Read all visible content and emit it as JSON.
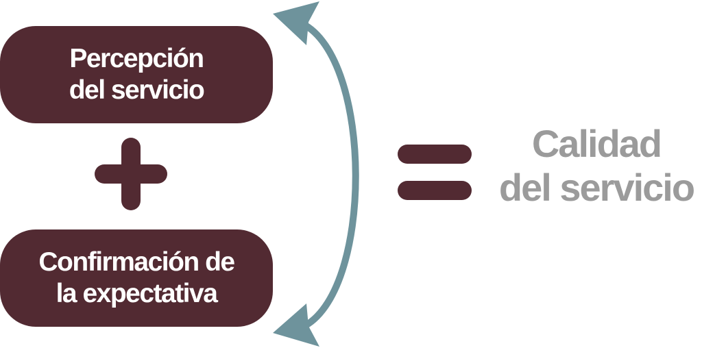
{
  "diagram": {
    "input_top": {
      "line1": "Percepción",
      "line2": "del servicio"
    },
    "input_bottom": {
      "line1": "Confirmación de",
      "line2": "la expectativa"
    },
    "result": {
      "line1": "Calidad",
      "line2": "del servicio"
    },
    "colors": {
      "box_fill": "#522a32",
      "box_text": "#ffffff",
      "result_text": "#9b9b9b",
      "arrow": "#6e939c",
      "operators": "#522a32"
    }
  }
}
